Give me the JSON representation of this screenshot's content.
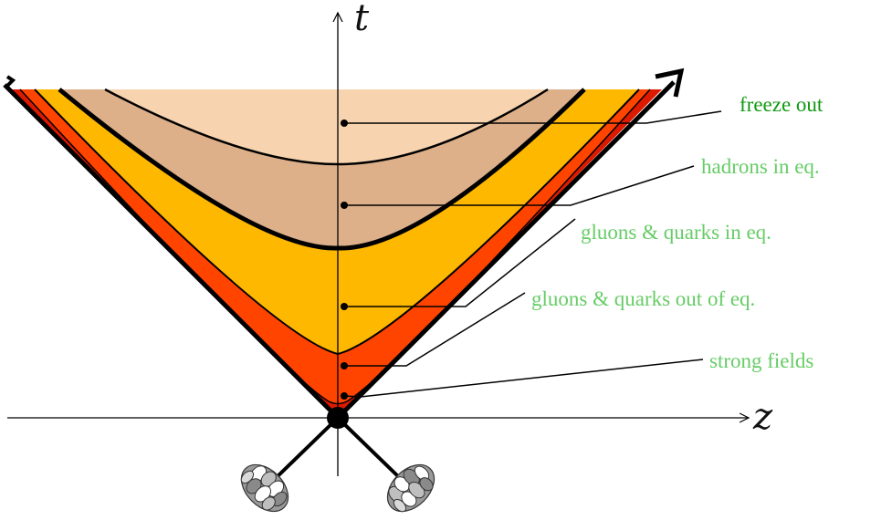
{
  "axes": {
    "time_label": "t",
    "space_label": "z"
  },
  "stages": [
    {
      "label": "freeze out",
      "active": true
    },
    {
      "label": "hadrons in eq.",
      "active": false
    },
    {
      "label": "gluons & quarks in eq.",
      "active": false
    },
    {
      "label": "gluons & quarks out of eq.",
      "active": false
    },
    {
      "label": "strong fields",
      "active": false
    }
  ],
  "colors": {
    "freeze_out_region": "#f7d4af",
    "hadron_region": "#ddb08a",
    "qgp_eq_region": "#ffb800",
    "qgp_noneq_region": "#ff4400",
    "strong_field_region": "#dd1a00",
    "active_label": "#119911",
    "label": "#66cc66"
  },
  "icons": {
    "nucleus_left": "nucleus-icon",
    "nucleus_right": "nucleus-icon"
  }
}
